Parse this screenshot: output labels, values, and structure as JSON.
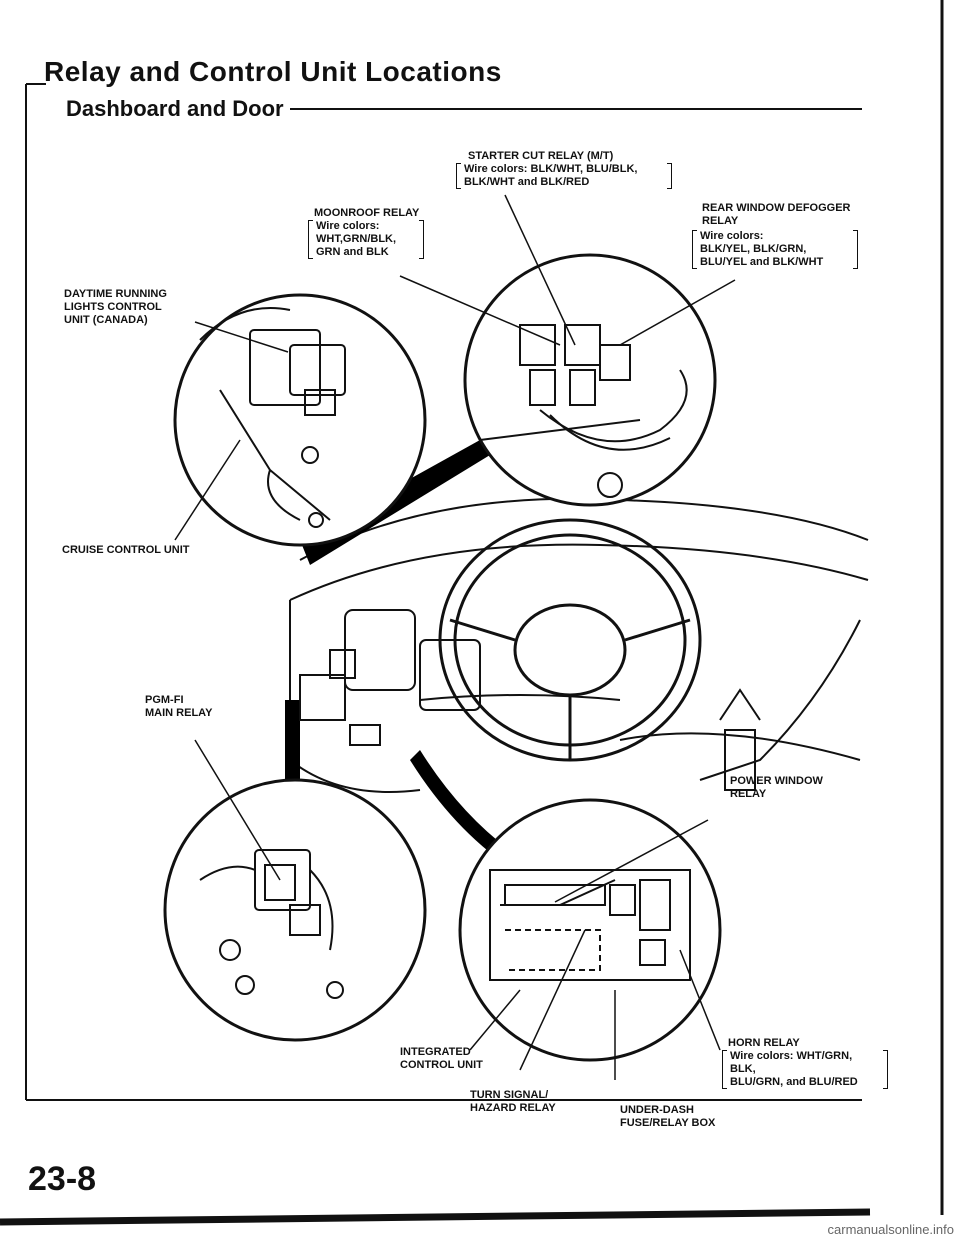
{
  "header": {
    "title": "Relay and Control Unit Locations",
    "subtitle": "Dashboard and Door"
  },
  "labels": {
    "starter_cut": "STARTER CUT RELAY (M/T)",
    "starter_cut_wires": "Wire colors: BLK/WHT, BLU/BLK,\nBLK/WHT and BLK/RED",
    "moonroof": "MOONROOF RELAY",
    "moonroof_wires": "Wire colors:\nWHT,GRN/BLK,\nGRN and BLK",
    "rear_defogger": "REAR WINDOW DEFOGGER\nRELAY",
    "rear_defogger_wires": "Wire colors:\nBLK/YEL, BLK/GRN,\nBLU/YEL and BLK/WHT",
    "daytime_running": "DAYTIME RUNNING\nLIGHTS CONTROL\nUNIT (Canada)",
    "cruise_control": "CRUISE CONTROL UNIT",
    "pgm_fi": "PGM-FI\nMAIN RELAY",
    "power_window": "POWER WINDOW\nRELAY",
    "integrated_control": "INTEGRATED\nCONTROL UNIT",
    "horn_relay": "HORN RELAY",
    "horn_wires": "Wire colors: WHT/GRN, BLK,\nBLU/GRN, and BLU/RED",
    "turn_signal": "TURN SIGNAL/\nHAZARD RELAY",
    "under_dash": "UNDER-DASH\nFUSE/RELAY BOX"
  },
  "footer": {
    "page_number": "23-8",
    "watermark": "carmanualsonline.info"
  }
}
